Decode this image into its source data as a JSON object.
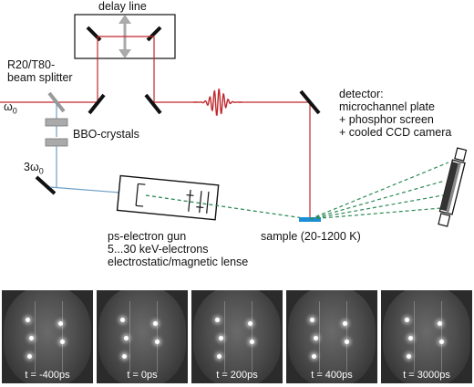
{
  "labels": {
    "delay_line": "delay line",
    "beam_splitter": "R20/T80-\nbeam splitter",
    "omega0": "ω",
    "omega0_sub": "0",
    "bbo": "BBO-crystals",
    "three_omega": "3ω",
    "three_omega_sub": "0",
    "detector": "detector:\nmicrochannel plate\n+ phosphor screen\n+ cooled CCD camera",
    "electron_gun": "ps-electron gun\n5...30 keV-electrons\nelectrostatic/magnetic lense",
    "sample": "sample (20-1200 K)"
  },
  "frames": [
    {
      "caption": "t = -400ps"
    },
    {
      "caption": "t = 0ps"
    },
    {
      "caption": "t = 200ps"
    },
    {
      "caption": "t = 400ps"
    },
    {
      "caption": "t = 3000ps"
    }
  ],
  "colors": {
    "laser": "#c0282e",
    "uv_beam": "#6d9ec6",
    "electron_beam": "#2e8b57",
    "sample": "#1a8fd6"
  }
}
